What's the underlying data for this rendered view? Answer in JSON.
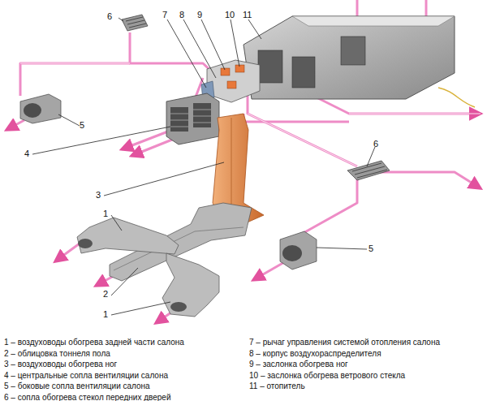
{
  "diagram": {
    "labels": [
      "6",
      "7",
      "8",
      "9",
      "10",
      "11",
      "5",
      "4",
      "3",
      "6",
      "1",
      "2",
      "5",
      "1",
      "1 – воздуховоды обогрева задней части салона",
      "2 – облицовка тоннеля пола",
      "3 – воздуховоды обогрева ног",
      "4 – центральные сопла вентиляции салона",
      "5 – боковые сопла вентиляции салона",
      "6 – сопла обогрева стекол передних дверей",
      "7 – рычаг управления системой отопления салона",
      "8 – корпус воздухораспределителя",
      "9 – заслонка обогрева ног",
      "10 – заслонка обогрева ветрового стекла",
      "11 – отопитель"
    ]
  }
}
